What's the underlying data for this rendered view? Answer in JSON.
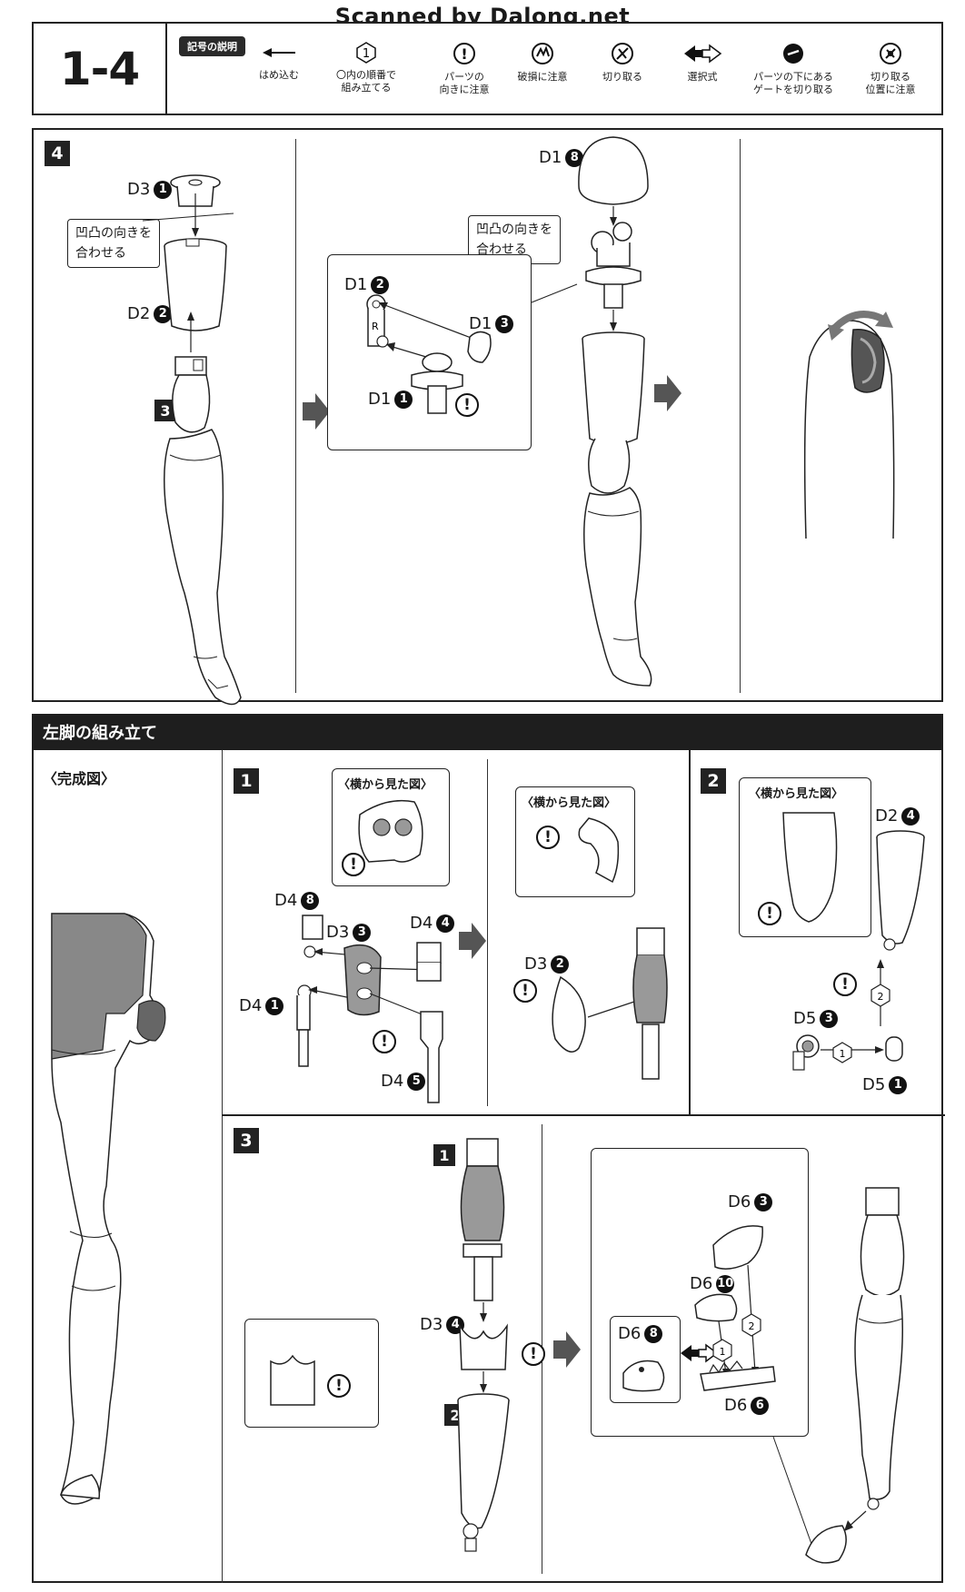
{
  "watermark": "Scanned by Dalong.net",
  "header": {
    "step": "1-4",
    "legend_title": "記号の説明",
    "symbols": [
      {
        "icon": "arrow-left-icon",
        "label": "はめ込む"
      },
      {
        "icon": "circle-number-icon",
        "glyph": "1",
        "label": "〇内の順番で\n組み立てる"
      },
      {
        "icon": "warning-icon",
        "label": "パーツの\n向きに注意"
      },
      {
        "icon": "break-caution-icon",
        "label": "破損に注意"
      },
      {
        "icon": "cut-icon",
        "label": "切り取る"
      },
      {
        "icon": "choice-arrows-icon",
        "label": "選択式"
      },
      {
        "icon": "gate-cut-icon",
        "label": "パーツの下にある\nゲートを切り取る"
      },
      {
        "icon": "cut-position-icon",
        "label": "切り取る\n位置に注意"
      }
    ]
  },
  "step4": {
    "number": "4",
    "labels": {
      "d3_1": {
        "part": "D3",
        "num": "1"
      },
      "d2_2": {
        "part": "D2",
        "num": "2"
      },
      "d1_8": {
        "part": "D1",
        "num": "8"
      },
      "d1_2": {
        "part": "D1",
        "num": "2"
      },
      "d1_3": {
        "part": "D1",
        "num": "3"
      },
      "d1_1": {
        "part": "D1",
        "num": "1"
      }
    },
    "sub_step_3": "3",
    "callout_a": "凹凸の向きを\n合わせる",
    "callout_b": "凹凸の向きを\n合わせる",
    "r_mark": "R"
  },
  "left_leg": {
    "section_title": "左脚の組み立て",
    "completed_label": "〈完成図〉",
    "step1": {
      "number": "1",
      "side_view_a": "〈横から見た図〉",
      "side_view_b": "〈横から見た図〉",
      "labels": {
        "d4_8": {
          "part": "D4",
          "num": "8"
        },
        "d3_3": {
          "part": "D3",
          "num": "3"
        },
        "d4_4": {
          "part": "D4",
          "num": "4"
        },
        "d4_1": {
          "part": "D4",
          "num": "1"
        },
        "d4_5": {
          "part": "D4",
          "num": "5"
        },
        "d3_2": {
          "part": "D3",
          "num": "2"
        }
      }
    },
    "step2": {
      "number": "2",
      "side_view": "〈横から見た図〉",
      "labels": {
        "d2_4": {
          "part": "D2",
          "num": "4"
        },
        "d5_3": {
          "part": "D5",
          "num": "3"
        },
        "d5_1": {
          "part": "D5",
          "num": "1"
        }
      },
      "order_1": "1",
      "order_2": "2"
    },
    "step3": {
      "number": "3",
      "sub_1": "1",
      "sub_2": "2",
      "labels": {
        "d3_4": {
          "part": "D3",
          "num": "4"
        },
        "d6_3": {
          "part": "D6",
          "num": "3"
        },
        "d6_10": {
          "part": "D6",
          "num": "10"
        },
        "d6_8": {
          "part": "D6",
          "num": "8"
        },
        "d6_6": {
          "part": "D6",
          "num": "6"
        }
      },
      "order_1": "1",
      "order_2": "2"
    }
  }
}
